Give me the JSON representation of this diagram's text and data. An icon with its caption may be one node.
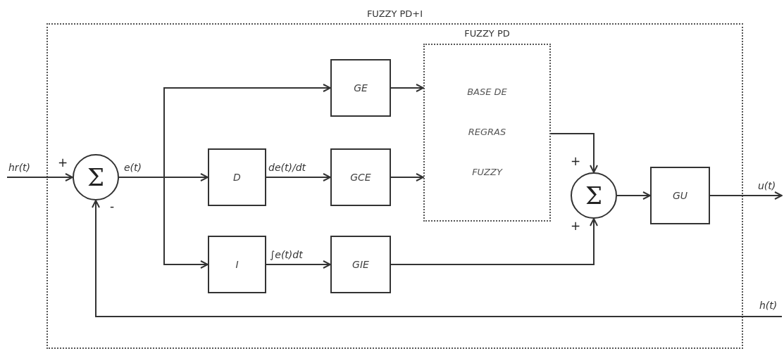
{
  "diagram": {
    "nodes": [
      {
        "text": [
          "FUZZY PD+I"
        ]
      },
      {
        "text": [
          "Σ"
        ],
        "in": 0
      },
      {
        "text": [
          "GE"
        ],
        "in": 0
      },
      {
        "text": [
          "D"
        ],
        "in": 0
      },
      {
        "text": [
          "GCE"
        ],
        "in": 0
      },
      {
        "text": [
          "I"
        ],
        "in": 0
      },
      {
        "text": [
          "GIE"
        ],
        "in": 0
      },
      {
        "text": [
          "FUZZY PD",
          "BASE DE REGRAS FUZZY"
        ],
        "in": 0
      },
      {
        "text": [
          "Σ"
        ],
        "in": 0
      },
      {
        "text": [
          "GU"
        ],
        "in": 0
      }
    ],
    "edges": [
      {
        "from": null,
        "to": 1,
        "arrow": "to",
        "label": "hr(t)"
      },
      {
        "from": 1,
        "to": 3,
        "arrow": "to",
        "label": "e(t)"
      },
      {
        "from": 1,
        "to": 2,
        "arrow": "to"
      },
      {
        "from": 1,
        "to": 5,
        "arrow": "to"
      },
      {
        "from": 3,
        "to": 4,
        "arrow": "to",
        "label": "de(t)/dt"
      },
      {
        "from": 5,
        "to": 6,
        "arrow": "to",
        "label": "∫e(t)dt"
      },
      {
        "from": 2,
        "to": 7,
        "arrow": "to"
      },
      {
        "from": 4,
        "to": 7,
        "arrow": "to"
      },
      {
        "from": 7,
        "to": 8,
        "arrow": "to"
      },
      {
        "from": 6,
        "to": 8,
        "arrow": "to"
      },
      {
        "from": 8,
        "to": 9,
        "arrow": "to"
      },
      {
        "from": 9,
        "to": null,
        "arrow": "to",
        "label": "u(t)"
      },
      {
        "from": null,
        "to": 1,
        "arrow": "to",
        "label": "h(t)"
      }
    ],
    "labels": [
      "+",
      "-",
      "+",
      "+"
    ]
  }
}
